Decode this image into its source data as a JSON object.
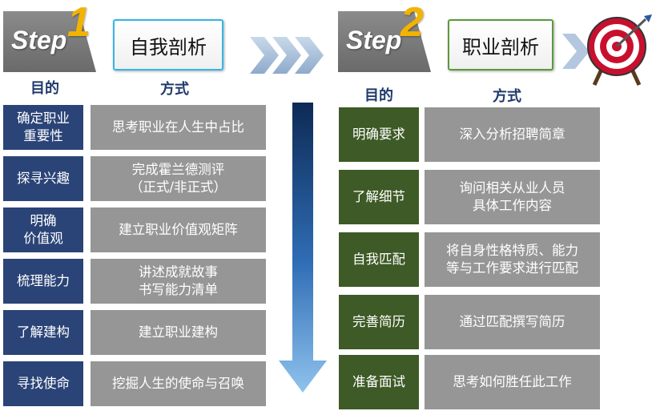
{
  "left": {
    "step_word": "Step",
    "step_number": "1",
    "title": "自我剖析",
    "purpose_header": "目的",
    "method_header": "方式",
    "rows": [
      {
        "purpose": "确定职业\n重要性",
        "method": "思考职业在人生中占比"
      },
      {
        "purpose": "探寻兴趣",
        "method": "完成霍兰德测评\n（正式/非正式）"
      },
      {
        "purpose": "明确\n价值观",
        "method": "建立职业价值观矩阵"
      },
      {
        "purpose": "梳理能力",
        "method": "讲述成就故事\n书写能力清单"
      },
      {
        "purpose": "了解建构",
        "method": "建立职业建构"
      },
      {
        "purpose": "寻找使命",
        "method": "挖掘人生的使命与召唤"
      }
    ]
  },
  "right": {
    "step_word": "Step",
    "step_number": "2",
    "title": "职业剖析",
    "purpose_header": "目的",
    "method_header": "方式",
    "rows": [
      {
        "purpose": "明确要求",
        "method": "深入分析招聘简章"
      },
      {
        "purpose": "了解细节",
        "method": "询问相关从业人员\n具体工作内容"
      },
      {
        "purpose": "自我匹配",
        "method": "将自身性格特质、能力\n等与工作要求进行匹配"
      },
      {
        "purpose": "完善简历",
        "method": "通过匹配撰写简历"
      },
      {
        "purpose": "准备面试",
        "method": "思考如何胜任此工作"
      }
    ]
  },
  "icons": {
    "chevrons": "chevron-right-icon",
    "target": "target-icon",
    "arrow": "arrow-down-icon"
  },
  "colors": {
    "left_purpose": "#2b4477",
    "right_purpose": "#3e5a26",
    "method": "#969696",
    "step_number": "#f2b400",
    "title_border_left": "#37b4e6",
    "title_border_right": "#5a9a3a"
  }
}
